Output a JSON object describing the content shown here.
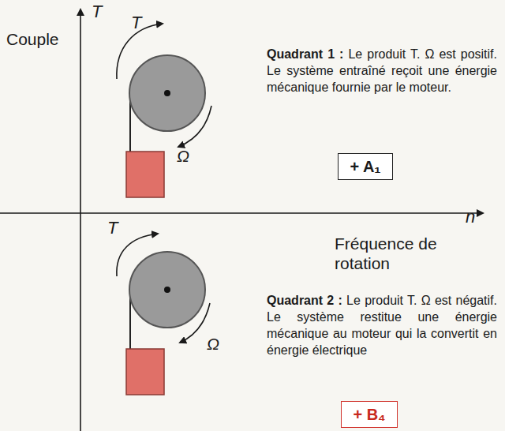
{
  "diagram": {
    "nodes": [
      {
        "text": [
          "+ A₁"
        ]
      },
      {
        "text": [
          "+ B₄"
        ]
      }
    ],
    "labels": [
      "T",
      "Couple",
      "T",
      "Quadrant 1 :",
      "Le produit T. Ω est positif. Le système entraîné reçoit une énergie mécanique fournie par le moteur.",
      "Ω",
      "T",
      "Fréquence de rotation",
      "n",
      "Ω",
      "Quadrant 2 :",
      "Le produit T. Ω est négatif. Le système restitue une énergie mécanique au moteur qui la convertit en énergie électrique"
    ]
  }
}
